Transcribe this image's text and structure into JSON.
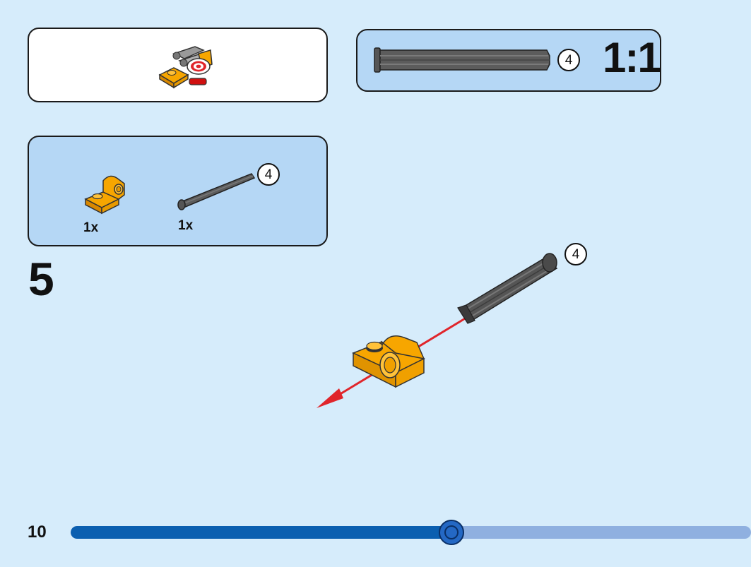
{
  "page": {
    "number": "10"
  },
  "step": {
    "number": "5"
  },
  "scale": {
    "label": "1:1",
    "axle_length": "4"
  },
  "parts": [
    {
      "name": "orange-plate-with-pin-hole",
      "qty": "1x"
    },
    {
      "name": "dark-grey-axle-4",
      "qty": "1x",
      "length": "4"
    }
  ],
  "assembly": {
    "axle_length": "4"
  },
  "progress": {
    "fraction": 0.56
  },
  "colors": {
    "background": "#d6ecfb",
    "orange": "#f7a600",
    "axle": "#5a5a5a",
    "arrow": "#e0252b",
    "progress_fill": "#0b5fb0",
    "progress_track": "#8fb0e0"
  }
}
